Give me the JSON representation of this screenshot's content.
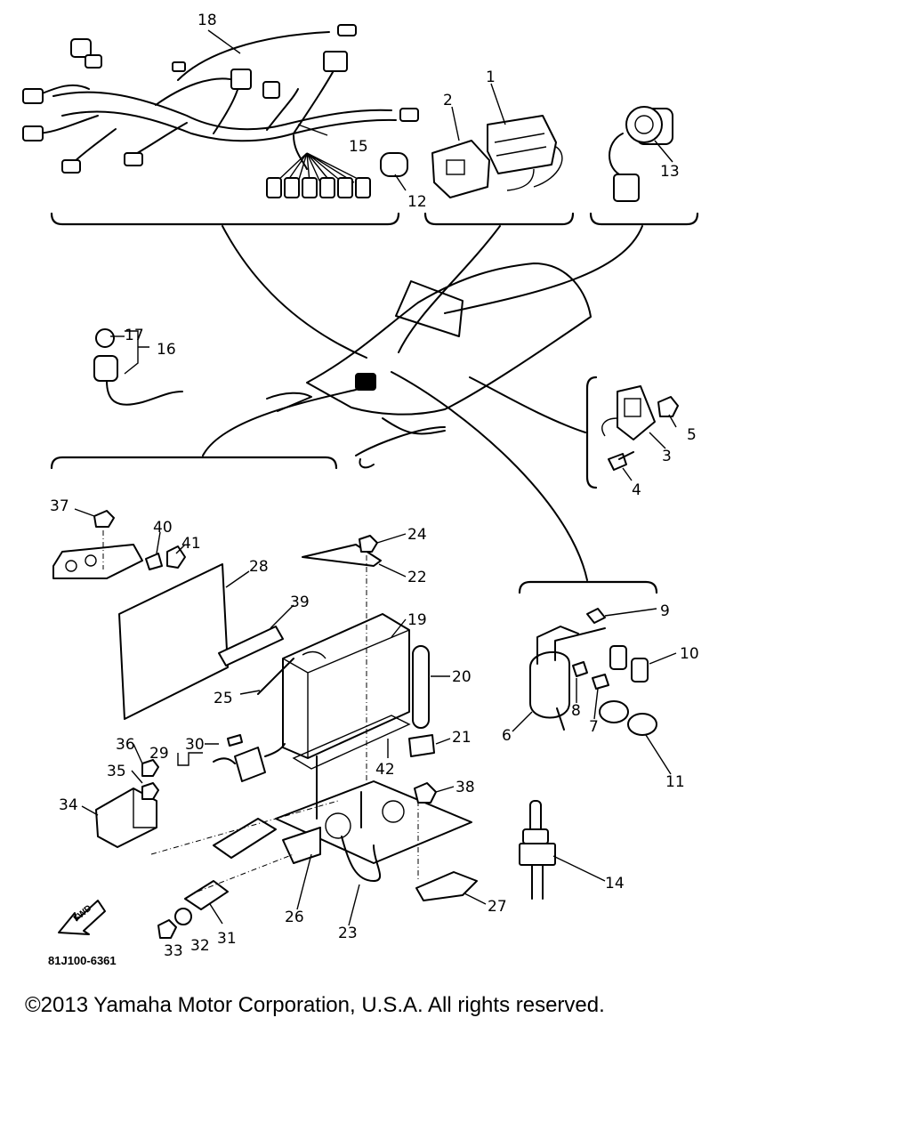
{
  "diagram": {
    "code": "81J100-6361",
    "fwd_label": "FWD",
    "callouts": [
      "1",
      "2",
      "3",
      "4",
      "5",
      "6",
      "7",
      "8",
      "9",
      "10",
      "11",
      "12",
      "13",
      "14",
      "15",
      "16",
      "17",
      "18",
      "19",
      "20",
      "21",
      "22",
      "23",
      "24",
      "25",
      "26",
      "27",
      "28",
      "29",
      "30",
      "31",
      "32",
      "33",
      "34",
      "35",
      "36",
      "37",
      "38",
      "39",
      "40",
      "41",
      "42"
    ]
  },
  "footer": {
    "copyright": "©2013 Yamaha Motor Corporation, U.S.A. All rights reserved."
  }
}
